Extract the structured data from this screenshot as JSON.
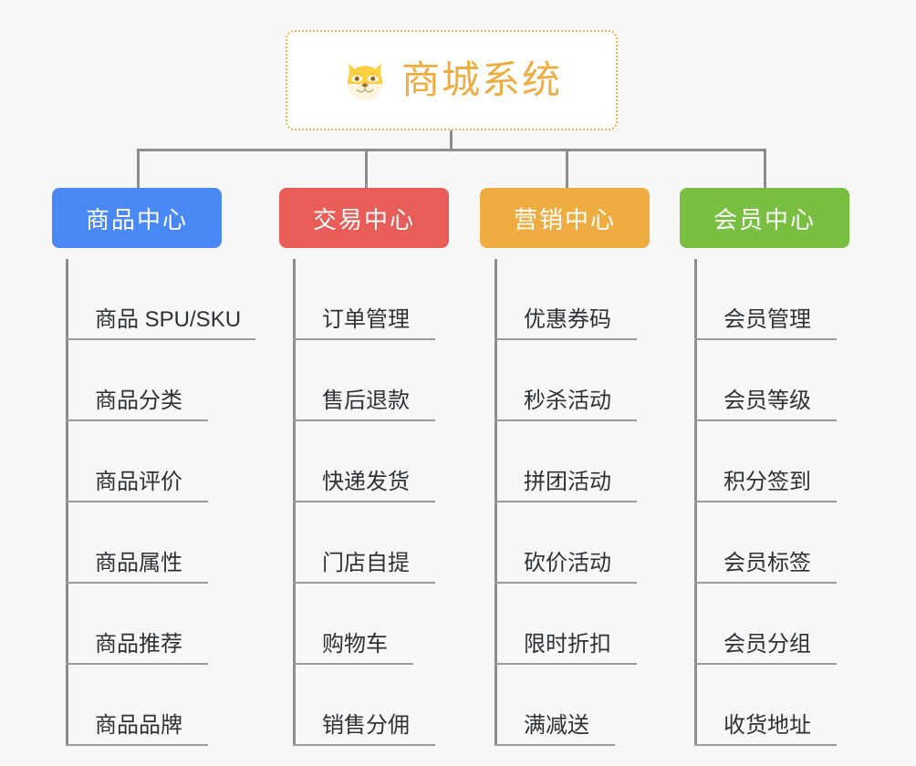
{
  "page": {
    "background": "#f7f7f7",
    "connector_color": "#8d8d8d",
    "leaf_text_color": "#303133",
    "leaf_rule_color": "#9a9a9a"
  },
  "root": {
    "title": "商城系统",
    "icon": "shiba-dog-face-icon",
    "text_color": "#efad41",
    "border_color": "#f0b34a",
    "background": "#ffffff"
  },
  "categories": [
    {
      "id": "product-center",
      "label": "商品中心",
      "color": "#4988f5",
      "items": [
        "商品 SPU/SKU",
        "商品分类",
        "商品评价",
        "商品属性",
        "商品推荐",
        "商品品牌"
      ]
    },
    {
      "id": "trade-center",
      "label": "交易中心",
      "color": "#e85d57",
      "items": [
        "订单管理",
        "售后退款",
        "快递发货",
        "门店自提",
        "购物车",
        "销售分佣"
      ]
    },
    {
      "id": "marketing-center",
      "label": "营销中心",
      "color": "#efad41",
      "items": [
        "优惠券码",
        "秒杀活动",
        "拼团活动",
        "砍价活动",
        "限时折扣",
        "满减送"
      ]
    },
    {
      "id": "member-center",
      "label": "会员中心",
      "color": "#79bf41",
      "items": [
        "会员管理",
        "会员等级",
        "积分签到",
        "会员标签",
        "会员分组",
        "收货地址"
      ]
    }
  ]
}
